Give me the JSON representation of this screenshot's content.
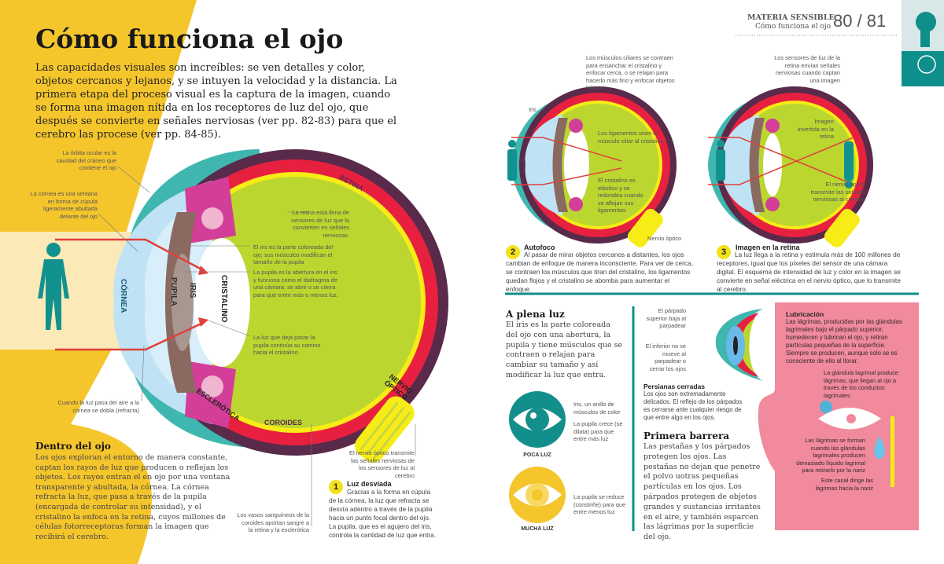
{
  "header": {
    "section": "MATERIA SENSIBLE",
    "subsection": "Cómo funciona el ojo",
    "pages": "80 / 81",
    "section_icon": "head-profile-icon",
    "accent": "#0f8f8c"
  },
  "left": {
    "title": "Cómo funciona el ojo",
    "intro": "Las capacidades visuales son increíbles: se ven detalles y color, objetos cercanos y lejanos, y se intuyen la velocidad y la distancia. La primera etapa del proceso visual es la captura de la imagen, cuando se forma una imagen nítida en los receptores de luz del ojo, que después se convierte en señales nerviosas (ver pp. 82-83) para que el cerebro las procese (ver pp. 84-85).",
    "diagram_labels": {
      "retina": "RETINA",
      "cornea": "CÓRNEA",
      "pupila": "PUPILA",
      "iris": "IRIS",
      "cristalino": "CRISTALINO",
      "esclerotica": "ESCLERÓTICA",
      "coroides": "COROIDES",
      "nervio": "NERVIO ÓPTICO"
    },
    "annotations": {
      "orbita": "La órbita ocular es la cavidad del cráneo que contiene el ojo",
      "cornea": "La córnea es una ventana en forma de cúpula ligeramente abultada delante del ojo",
      "refracta": "Cuando la luz pasa del aire a la córnea se dobla (refracta)",
      "retina": "La retina está llena de sensores de luz que la convierten en señales nerviosas.",
      "iris": "El iris es la parte coloreada del ojo; sus músculos modifican el tamaño de la pupila",
      "pupila": "La pupila es la abertura en el iris y funciona como el diafragma de una cámara: se abre o se cierra para que entre más o menos luz.",
      "luz": "La luz que deja pasar la pupila continúa su camino hacia el cristalino",
      "nervio": "El nervio óptico transmite las señales nerviosas de los sensores de luz al cerebro",
      "vasos": "Los vasos sanguíneos de la coroides aportan sangre a la retina y la esclerótica"
    },
    "inside": {
      "heading": "Dentro del ojo",
      "text": "Los ojos exploran el entorno de manera constante, captan los rayos de luz que producen o reflejan los objetos. Los rayos entran el en ojo por una ventana transparente y abultada, la córnea. La córnea refracta la luz, que pasa a través de la pupila (encargada de controlar su intensidad), y el cristalino la enfoca en la retina, cuyos millones de células fotorreceptoras forman la imagen que recibirá el cerebro."
    },
    "step1": {
      "number": "1",
      "heading": "Luz desviada",
      "text": "Gracias a la forma en cúpula de la córnea, la luz que refracta se desvía adentro a través de la pupila hacia un punto focal dentro del ojo. La pupila, que es el agujero del iris, controla la cantidad de luz que entra."
    },
    "colors": {
      "yellow": "#f5c62c",
      "teal": "#3fb7b0",
      "red": "#e8203f",
      "purple": "#5a2a4a",
      "green": "#bcd630",
      "retina_yellow": "#f7ec16"
    }
  },
  "right": {
    "step2": {
      "number": "2",
      "heading": "Autofoco",
      "text": "Al pasar de mirar objetos cercanos a distantes, los ojos cambian de enfoque de manera inconsciente. Para ver de cerca, se contraen los músculos que tiran del cristalino, los ligamentos quedan flojos y el cristalino se abomba para aumentar el enfoque.",
      "labels": {
        "musculos": "Los músculos ciliares se contraen para ensanchar el cristalino y enfocar cerca, o se relajan para hacerlo más fino y enfocar objetos lejanos",
        "iris": "Iris",
        "ligamentos": "Los ligamentos unen el músculo ciliar al cristalino",
        "cristalino": "El cristalino es elástico y se redondea cuando se aflojan sus ligamentos",
        "nervio": "Nervio óptico"
      }
    },
    "step3": {
      "number": "3",
      "heading": "Imagen en la retina",
      "text": "La luz llega a la retina y estimula más de 100 millones de receptores, igual que los píxeles del sensor de una cámara digital. El esquema de intensidad de luz y color en la imagen se convierte en señal eléctrica en el nervio óptico, que lo transmite al cerebro.",
      "labels": {
        "sensores": "Los sensores de luz de la retina envían señales nerviosas cuando captan una imagen",
        "invertida": "Imagen invertida en la retina",
        "nervio": "El nervio óptico transmite las señales nerviosas al cerebro"
      }
    },
    "plena_luz": {
      "heading": "A plena luz",
      "text": "El iris es la parte coloreada del ojo con una abertura, la pupila y tiene músculos que se contraen o relajan para cambiar su tamaño y así modificar la luz que entra.",
      "iris_label": "Iris, un anillo de músculos de color",
      "dilata_label": "La pupila crece (se dilata) para que entre más luz",
      "poca_luz": "POCA LUZ",
      "reduce_label": "La pupila se reduce (constriñe) para que entre menos luz",
      "mucha_luz": "MUCHA LUZ"
    },
    "persianas": {
      "superior": "El párpado superior baja al parpadear",
      "inferior": "El inferior no se mueve al parpadear o cerrar los ojos",
      "heading": "Persianas cerradas",
      "text": "Los ojos son extremadamente delicados. El reflejo de los párpados es cerrarse ante cualquier riesgo de que entre algo en los ojos."
    },
    "barrera": {
      "heading": "Primera barrera",
      "text": "Las pestañas y los párpados protegen los ojos. Las pestañas no dejan que penetre el polvo uotras pequeñas partículas en los ojos. Los párpados protegen de objetos grandes y sustancias irritantes en el aire, y también esparcen las lágrimas por la superficie del ojo."
    },
    "lubricacion": {
      "heading": "Lubricación",
      "text": "Las lágrimas, producidas por las glándulas lagrimales bajo el párpado superior, humedecen y lubrican el ojo, y retiran partículas pequeñas de la superficie. Siempre se producen, aunque solo se es consciente de ello al llorar.",
      "glandula": "La glándula lagrimal produce lágrimas, que llegan al ojo a través de los conductos lagrimales",
      "lagrimas": "Las lágrimas se forman cuando las glándulas lagrimales producen demasiado líquido lagrimal para retirarlo por la nariz",
      "canal": "Este canal dirige las lágrimas hacia la nariz",
      "panel_color": "#f08a9c"
    }
  }
}
